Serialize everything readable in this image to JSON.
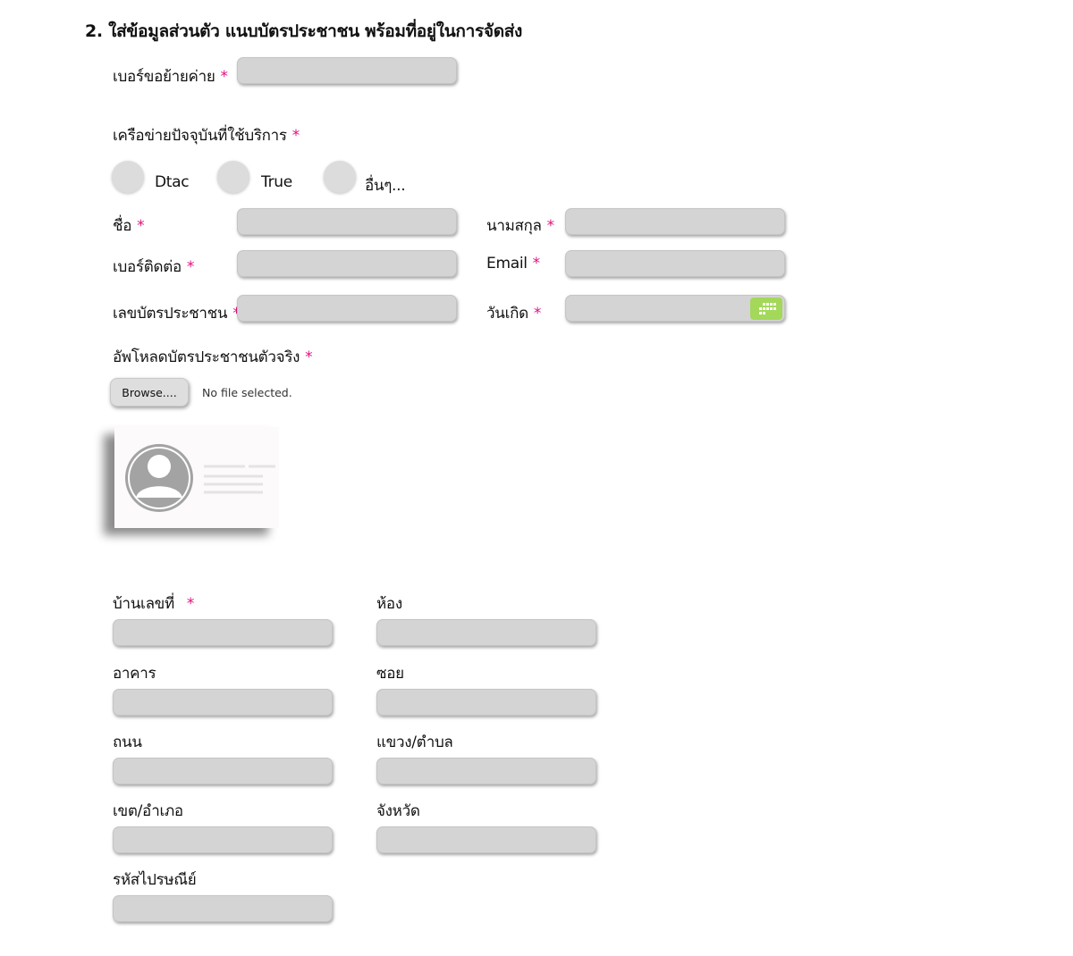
{
  "section": {
    "title": "2.  ใส่ข้อมูลส่วนตัว แนบบัตรประชาชน พร้อมที่อยู่ในการจัดส่ง"
  },
  "required_marker": "*",
  "port_number": {
    "label": "เบอร์ขอย้ายค่าย",
    "value": ""
  },
  "network": {
    "label": "เครือข่ายปัจจุบันที่ใช้บริการ",
    "options": [
      {
        "label": "Dtac",
        "selected": false
      },
      {
        "label": "True",
        "selected": false
      },
      {
        "label": "อื่นๆ...",
        "selected": false
      }
    ]
  },
  "first_name": {
    "label": "ชื่อ",
    "value": ""
  },
  "last_name": {
    "label": "นามสกุล",
    "value": ""
  },
  "contact_number": {
    "label": "เบอร์ติดต่อ",
    "value": ""
  },
  "email": {
    "label": "Email",
    "value": ""
  },
  "id_number": {
    "label": "เลขบัตรประชาชน",
    "value": ""
  },
  "birthday": {
    "label": "วันเกิด",
    "value": "",
    "icon": "calendar-icon"
  },
  "upload": {
    "label": "อัพโหลดบัตรประชาชนตัวจริง",
    "browse_label": "Browse....",
    "status": "No file selected.",
    "icon": "id-card-icon"
  },
  "address": {
    "house_no": {
      "label": "บ้านเลขที่",
      "value": ""
    },
    "room": {
      "label": "ห้อง",
      "value": ""
    },
    "building": {
      "label": "อาคาร",
      "value": ""
    },
    "soi": {
      "label": "ซอย",
      "value": ""
    },
    "road": {
      "label": "ถนน",
      "value": ""
    },
    "subdistrict": {
      "label": "แขวง/ตำบล",
      "value": ""
    },
    "district": {
      "label": "เขต/อำเภอ",
      "value": ""
    },
    "province": {
      "label": "จังหวัด",
      "value": ""
    },
    "postcode": {
      "label": "รหัสไปรษณีย์",
      "value": ""
    }
  },
  "colors": {
    "required": "#e0117f",
    "field_bg": "#d4d4d4",
    "calendar_button": "#a3d85a"
  }
}
